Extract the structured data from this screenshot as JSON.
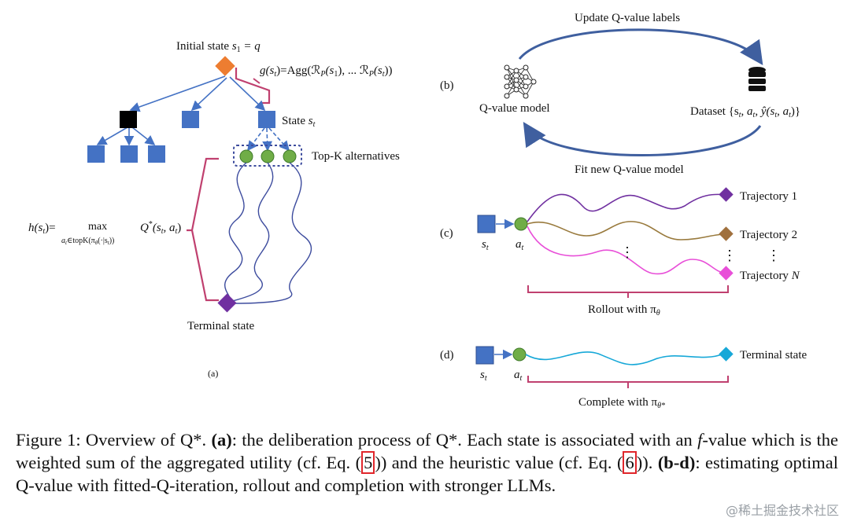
{
  "panel_a": {
    "initial_state_text": "Initial state ",
    "initial_state_math": "s",
    "initial_state_sub": "1",
    "initial_state_eq": " = q",
    "g_label": "g(s",
    "g_sub": "t",
    "g_rest": ")=Agg(ℛ",
    "g_p": "P",
    "g_args": "(s",
    "g_args_sub": "1",
    "g_dots": "), ... ℛ",
    "g_p2": "P",
    "g_end": "(s",
    "g_end_sub": "t",
    "g_close": "))",
    "state_label": "State ",
    "state_s": "s",
    "state_sub": "t",
    "topk_label": "Top-K alternatives",
    "h_label": "h(s",
    "h_sub": "t",
    "h_eq": ")=",
    "h_max": "max",
    "h_under": "a",
    "h_under_sub": "t",
    "h_under_rest": "∈topK(π",
    "h_under_theta": "θ",
    "h_under_end": "(·|s",
    "h_under_end_sub": "t",
    "h_under_close": "))",
    "h_q": "Q",
    "h_q_star": "*",
    "h_q_args": "(s",
    "h_q_args_sub": "t",
    "h_q_mid": ", a",
    "h_q_mid_sub": "t",
    "h_q_close": ")",
    "terminal_label": "Terminal state",
    "panel_tag": "(a)"
  },
  "panel_b": {
    "tag": "(b)",
    "top_label": "Update Q-value labels",
    "bottom_label": "Fit new Q-value model",
    "model_label": "Q-value model",
    "dataset_label": "Dataset {s",
    "dataset_sub1": "t",
    "dataset_mid": ", a",
    "dataset_sub2": "t",
    "dataset_mid2": ", ŷ(s",
    "dataset_sub3": "t",
    "dataset_mid3": ", a",
    "dataset_sub4": "t",
    "dataset_end": ")}"
  },
  "panel_c": {
    "tag": "(c)",
    "s_label": "s",
    "s_sub": "t",
    "a_label": "a",
    "a_sub": "t",
    "traj1": "Trajectory 1",
    "traj2": "Trajectory 2",
    "trajN": "Trajectory ",
    "trajN_n": "N",
    "dots": "⋮",
    "rollout": "Rollout with π",
    "rollout_sub": "θ"
  },
  "panel_d": {
    "tag": "(d)",
    "s_label": "s",
    "s_sub": "t",
    "a_label": "a",
    "a_sub": "t",
    "terminal": "Terminal state",
    "complete": "Complete with π",
    "complete_sub": "θ*"
  },
  "caption": {
    "p1": "Figure 1: Overview of Q*. ",
    "b1": "(a)",
    "p2": ": the deliberation process of Q*. Each state is associated with an ",
    "f": "f",
    "p3": "-value which is the weighted sum of the aggregated utility (cf. Eq. (",
    "ref1": "5",
    "p4": ")) and the heuristic value (cf. Eq. (",
    "ref2": "6",
    "p5": ")). ",
    "b2": "(b-d)",
    "p6": ": estimating optimal Q-value with fitted-Q-iteration, rollout and completion with stronger LLMs."
  },
  "watermark": "@稀土掘金技术社区",
  "colors": {
    "blue_node": "#4472c4",
    "orange_node": "#ed7d31",
    "green_node": "#70ad47",
    "purple_terminal": "#7030a0",
    "magenta_bracket": "#c0406f",
    "wave_blue": "#3d4c9e",
    "traj1": "#7030a0",
    "traj2": "#997a3d",
    "trajN": "#e84fd8",
    "terminal_d": "#17a8d8"
  }
}
